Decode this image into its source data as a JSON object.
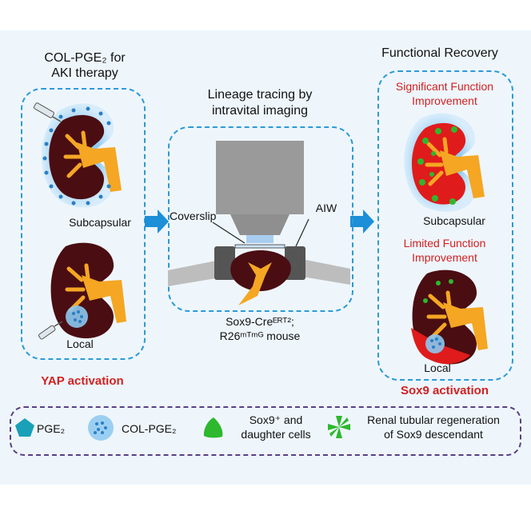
{
  "left_panel": {
    "title_line1": "COL-PGE₂ for",
    "title_line2": "AKI therapy",
    "label_subcapsular": "Subcapsular",
    "label_local": "Local",
    "footer": "YAP activation"
  },
  "middle_panel": {
    "title_line1": "Lineage tracing by",
    "title_line2": "intravital imaging",
    "label_coverslip": "Coverslip",
    "label_aiw": "AIW",
    "caption_line1": "Sox9-Creᴱᴿᵀ²;",
    "caption_line2": "R26ᵐᵀᵐᴳ mouse"
  },
  "right_panel": {
    "title": "Functional Recovery",
    "sig_line1": "Significant Function",
    "sig_line2": "Improvement",
    "label_subcapsular": "Subcapsular",
    "lim_line1": "Limited Function",
    "lim_line2": "Improvement",
    "label_local": "Local",
    "footer": "Sox9 activation"
  },
  "legend": {
    "pge2": "PGE₂",
    "col_pge2": "COL-PGE₂",
    "sox9_line1": "Sox9⁺ and",
    "sox9_line2": "daughter cells",
    "regen_line1": "Renal tubular regeneration",
    "regen_line2": "of  Sox9 descendant"
  },
  "colors": {
    "panel_border": "#2c9ad6",
    "legend_border": "#5a3f86",
    "kidney_dark": "#4a0d12",
    "kidney_red": "#e01b1b",
    "pelvis": "#f5a623",
    "hydrogel_glow": "#8cc8f0",
    "arrow": "#1c8fd8",
    "green": "#2db82d",
    "pentagon": "#1aa0b8",
    "red_text": "#d42020"
  }
}
